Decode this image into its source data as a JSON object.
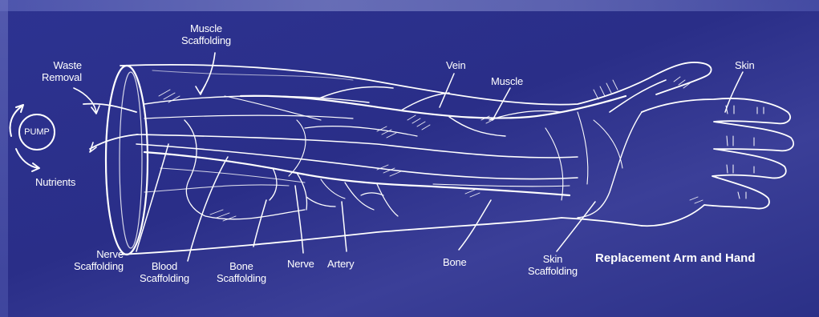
{
  "diagram": {
    "title": "Replacement Arm and Hand",
    "pump_label": "PUMP",
    "labels": {
      "muscle_scaffolding": [
        "Muscle",
        "Scaffolding"
      ],
      "waste_removal": [
        "Waste",
        "Removal"
      ],
      "nutrients": "Nutrients",
      "vein": "Vein",
      "muscle": "Muscle",
      "skin": "Skin",
      "nerve_scaffolding": [
        "Nerve",
        "Scaffolding"
      ],
      "blood_scaffolding": [
        "Blood",
        "Scaffolding"
      ],
      "bone_scaffolding": [
        "Bone",
        "Scaffolding"
      ],
      "nerve": "Nerve",
      "artery": "Artery",
      "bone": "Bone",
      "skin_scaffolding": [
        "Skin",
        "Scaffolding"
      ]
    }
  }
}
